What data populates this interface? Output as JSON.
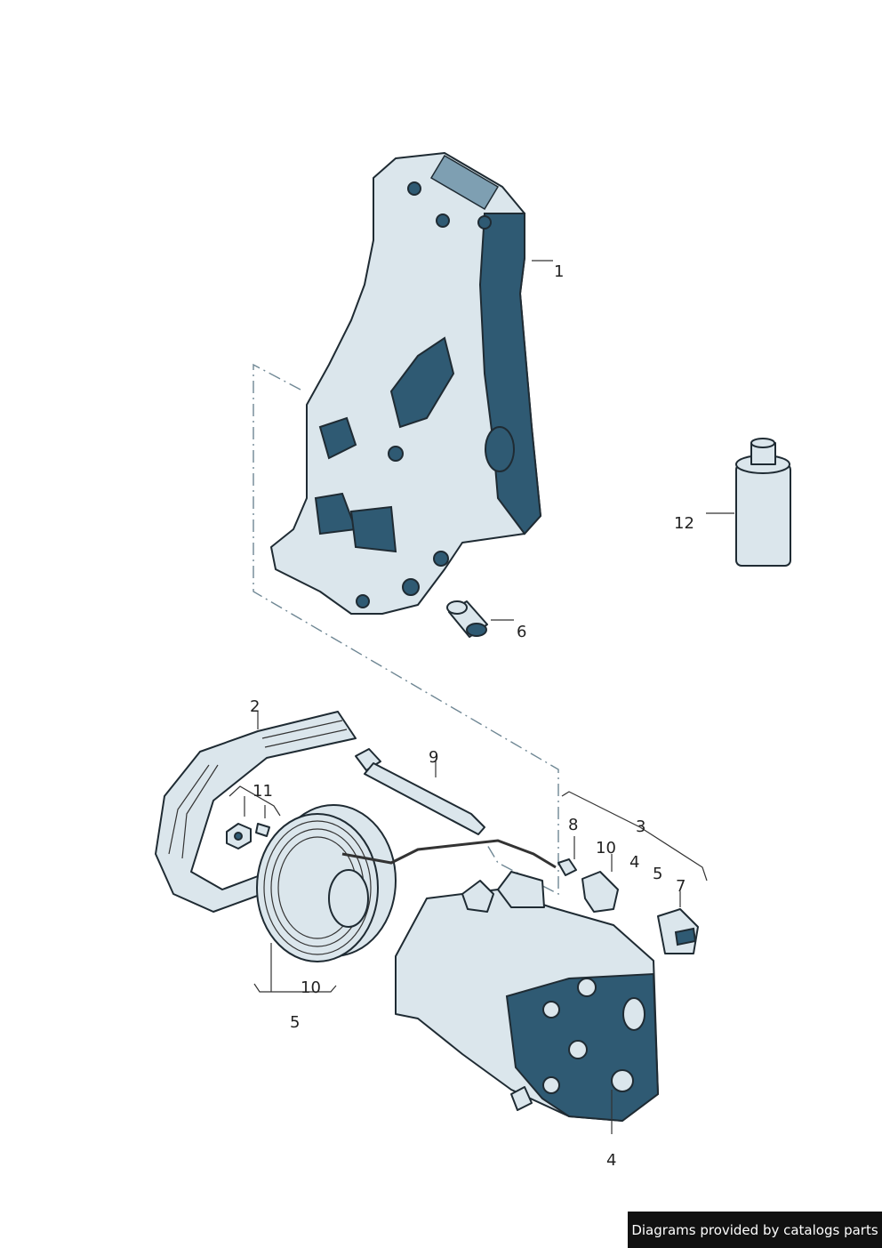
{
  "callouts": [
    {
      "id": "c1",
      "text": "1"
    },
    {
      "id": "c2",
      "text": "2"
    },
    {
      "id": "c3",
      "text": "3"
    },
    {
      "id": "c4a",
      "text": "4"
    },
    {
      "id": "c4b",
      "text": "4"
    },
    {
      "id": "c5a",
      "text": "5"
    },
    {
      "id": "c5b",
      "text": "5"
    },
    {
      "id": "c6",
      "text": "6"
    },
    {
      "id": "c7",
      "text": "7"
    },
    {
      "id": "c8",
      "text": "8"
    },
    {
      "id": "c9",
      "text": "9"
    },
    {
      "id": "c10a",
      "text": "10"
    },
    {
      "id": "c10b",
      "text": "10"
    },
    {
      "id": "c11",
      "text": "11"
    },
    {
      "id": "c12",
      "text": "12"
    }
  ],
  "footer": {
    "text": "Diagrams provided by catalogs parts"
  },
  "colors": {
    "part_fill": "#dbe6ec",
    "part_shadow": "#2f5a73",
    "outline": "#1f2b33",
    "leader": "#6f8794"
  }
}
